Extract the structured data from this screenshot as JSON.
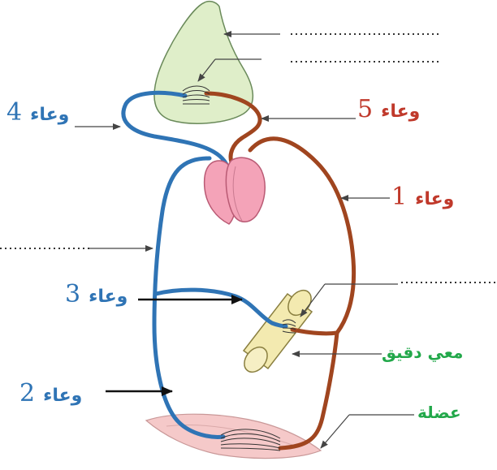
{
  "labels": {
    "vessel_4": {
      "num": "4",
      "word": "وعاء"
    },
    "vessel_5": {
      "num": "5",
      "word": "وعاء"
    },
    "vessel_1": {
      "num": "1",
      "word": "وعاء"
    },
    "vessel_3": {
      "num": "3",
      "word": "وعاء"
    },
    "vessel_2": {
      "num": "2",
      "word": "وعاء"
    },
    "small_intestine": "معي دقيق",
    "muscle": "عضلة"
  },
  "colors": {
    "blue_vessel": "#2f74b5",
    "red_vessel": "#a0451f",
    "lung": "#dfeec9",
    "heart": "#f4a3b8",
    "intestine": "#f3eab0",
    "muscle": "#f5c9c9",
    "label_green": "#22a84a",
    "label_red": "#c0392b"
  }
}
